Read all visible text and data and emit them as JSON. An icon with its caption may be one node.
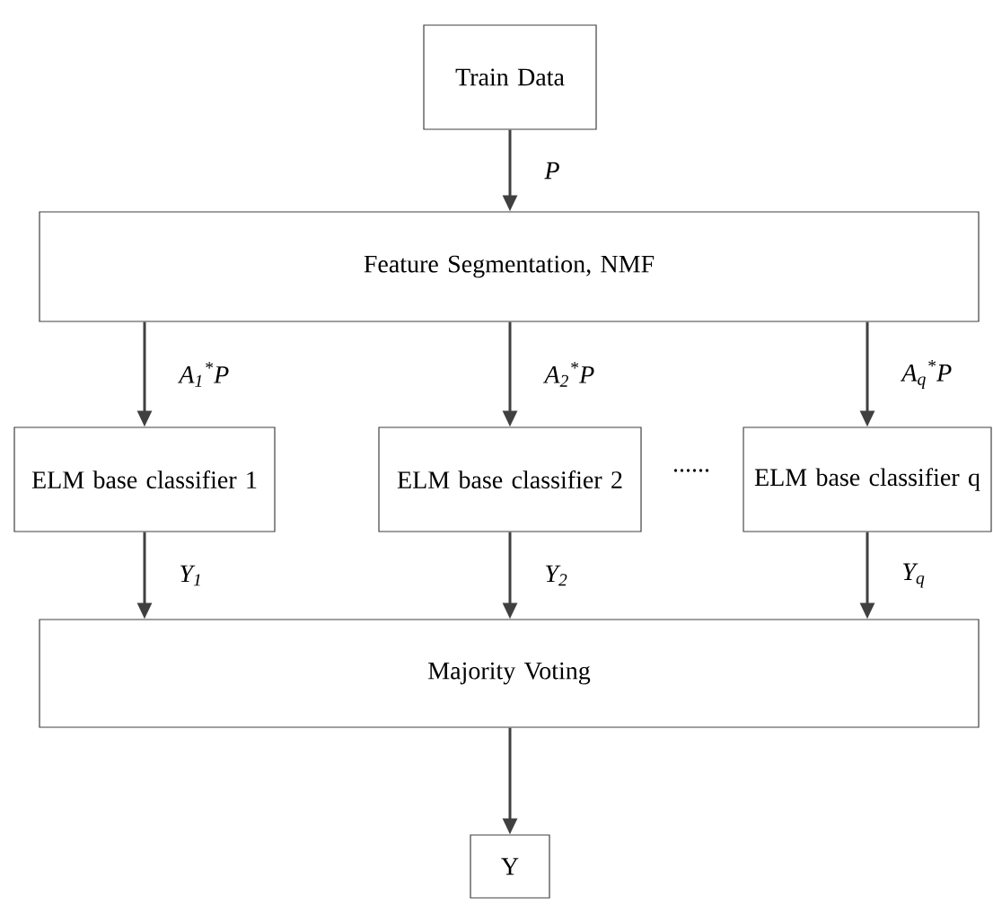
{
  "diagram": {
    "nodes": [
      {
        "text": [
          "Train Data"
        ]
      },
      {
        "text": [
          "Feature Segmentation, NMF"
        ]
      },
      {
        "text": [
          "ELM base classifier 1"
        ]
      },
      {
        "text": [
          "ELM base classifier 2"
        ]
      },
      {
        "text": [
          "ELM base classifier q"
        ]
      },
      {
        "text": [
          "Majority Voting"
        ]
      },
      {
        "text": [
          "Y"
        ]
      }
    ],
    "edges": [
      {
        "from": 0,
        "to": 1,
        "arrow": "to",
        "label": "P"
      },
      {
        "from": 1,
        "to": 2,
        "arrow": "to",
        "label": "A$_{1}$$^{*}$P"
      },
      {
        "from": 1,
        "to": 3,
        "arrow": "to",
        "label": "A$_{2}$$^{*}$P"
      },
      {
        "from": 1,
        "to": 4,
        "arrow": "to",
        "label": "A$_{q}$$^{*}$P"
      },
      {
        "from": 2,
        "to": 5,
        "arrow": "to",
        "label": "Y$_{1}$"
      },
      {
        "from": 3,
        "to": 5,
        "arrow": "to",
        "label": "Y$_{2}$"
      },
      {
        "from": 4,
        "to": 5,
        "arrow": "to",
        "label": "Y$_{q}$"
      },
      {
        "from": 5,
        "to": 6,
        "arrow": "to"
      }
    ],
    "labels": [
      "......"
    ]
  }
}
